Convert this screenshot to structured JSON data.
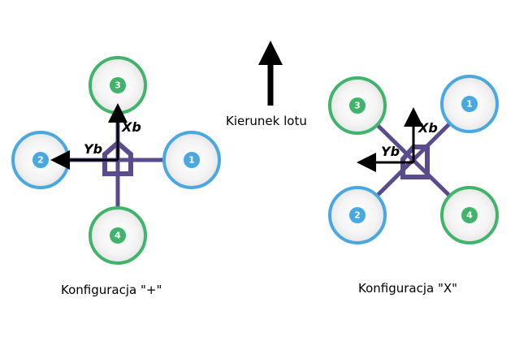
{
  "direction": {
    "label": "Kierunek lotu"
  },
  "plus_config": {
    "caption": "Konfiguracja \"+\"",
    "x_axis_label": "Xb",
    "y_axis_label": "Yb",
    "motors": [
      {
        "number": "1",
        "color": "#4aa8e0"
      },
      {
        "number": "2",
        "color": "#4aa8e0"
      },
      {
        "number": "3",
        "color": "#3fb46a"
      },
      {
        "number": "4",
        "color": "#3fb46a"
      }
    ]
  },
  "x_config": {
    "caption": "Konfiguracja \"X\"",
    "x_axis_label": "Xb",
    "y_axis_label": "Yb",
    "motors": [
      {
        "number": "1",
        "color": "#4aa8e0"
      },
      {
        "number": "2",
        "color": "#4aa8e0"
      },
      {
        "number": "3",
        "color": "#3fb46a"
      },
      {
        "number": "4",
        "color": "#3fb46a"
      }
    ]
  },
  "colors": {
    "frame": "#5b4a8c",
    "blue": "#4aa8e0",
    "green": "#3fb46a"
  }
}
